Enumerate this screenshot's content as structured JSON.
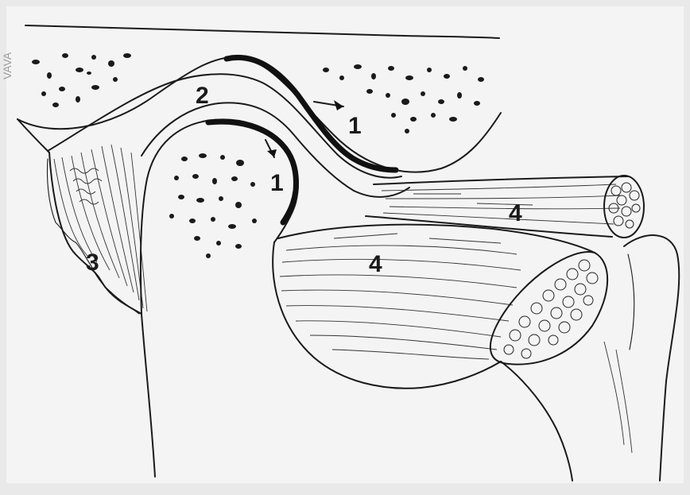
{
  "figure": {
    "labels": {
      "label_1_fossa": "1",
      "label_1_condyle": "1",
      "label_2_disc": "2",
      "label_3_retrodiscal": "3",
      "label_4_upper_muscle": "4",
      "label_4_lower_muscle": "4"
    },
    "corner_mark": "VAVA",
    "colors": {
      "paper": "#e9e9e9",
      "ink": "#1a1a1a",
      "drawing_bg": "#f6f6f6"
    }
  }
}
